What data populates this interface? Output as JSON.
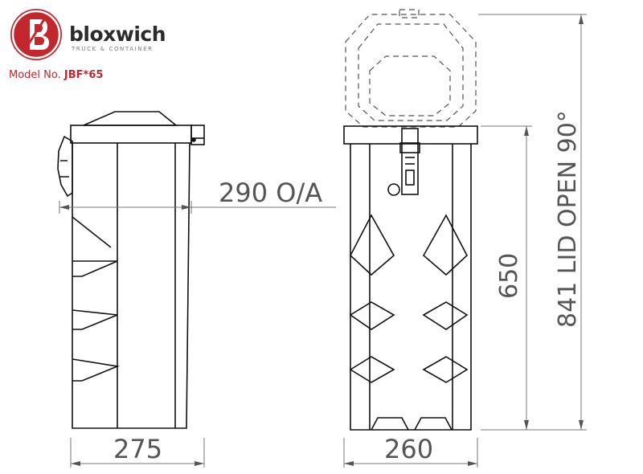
{
  "brand": {
    "name": "bloxwich",
    "tagline": "TRUCK & CONTAINER",
    "accent_color": "#c1272d",
    "logo_icon": "bloxwich-b-logo-icon"
  },
  "model": {
    "label": "Model No.",
    "code": "JBF*65"
  },
  "dimensions": {
    "overall_width": "290 O/A",
    "side_depth": "275",
    "front_width": "260",
    "height": "650",
    "height_lid_open": "841 LID OPEN 90°"
  }
}
